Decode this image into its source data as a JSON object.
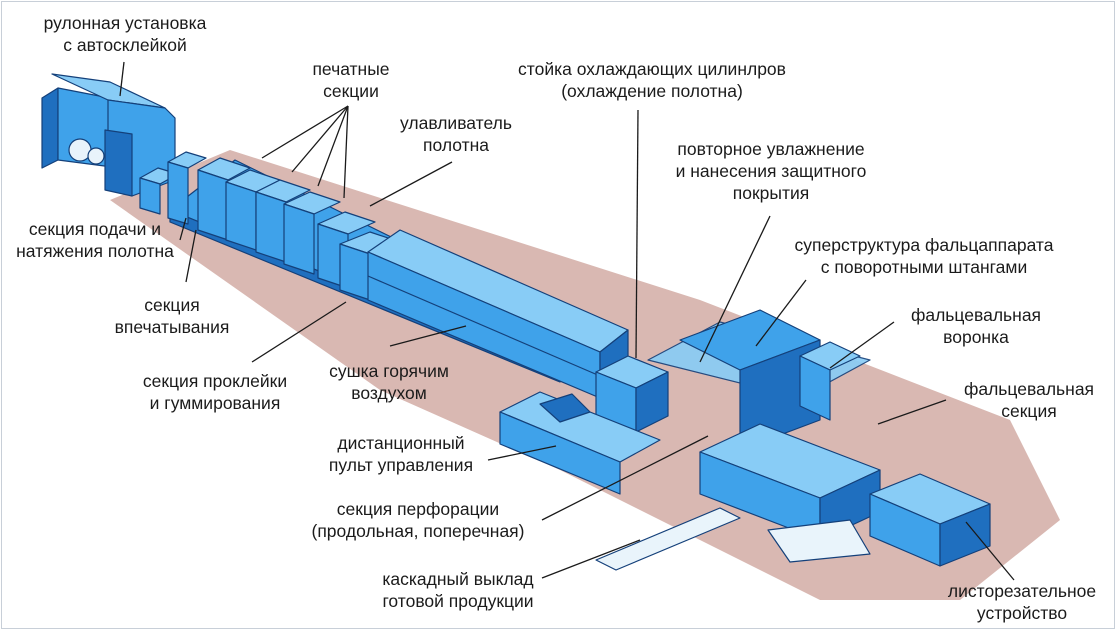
{
  "colors": {
    "machine_blue": "#3fa2ea",
    "machine_light": "#88ccf6",
    "machine_dark": "#1f6fbf",
    "shadow": "#d9b8b2",
    "outline": "#14407a",
    "leader": "#1a1a1a",
    "text": "#1b1b1b"
  },
  "labels": {
    "roll_stand": [
      "рулонная установка",
      "с автосклейкой"
    ],
    "printing_units": [
      "печатные",
      "секции"
    ],
    "cooling_rack": [
      "стойка охлаждающих цилинлров",
      "(охлаждение полотна)"
    ],
    "web_catcher": [
      "улавливатель",
      "полотна"
    ],
    "remoistening": [
      "повторное увлажнение",
      "и нанесения защитного",
      "покрытия"
    ],
    "infeed": [
      "секция подачи и",
      "натяжения полотна"
    ],
    "superstructure": [
      "суперструктура фальцаппарата",
      "с поворотными штангами"
    ],
    "impression": [
      "секция",
      "впечатывания"
    ],
    "former": [
      "фальцевальная",
      "воронка"
    ],
    "gluing": [
      "секция проклейки",
      "и гуммирования"
    ],
    "hot_air_dryer": [
      "сушка горячим",
      "воздухом"
    ],
    "folder": [
      "фальцевальная",
      "секция"
    ],
    "remote_console": [
      "дистанционный",
      "пульт управления"
    ],
    "perforation": [
      "секция перфорации",
      "(продольная, поперечная)"
    ],
    "cascade_delivery": [
      "каскадный выклад",
      "готовой продукции"
    ],
    "sheeter": [
      "листорезательное",
      "устройство"
    ]
  }
}
